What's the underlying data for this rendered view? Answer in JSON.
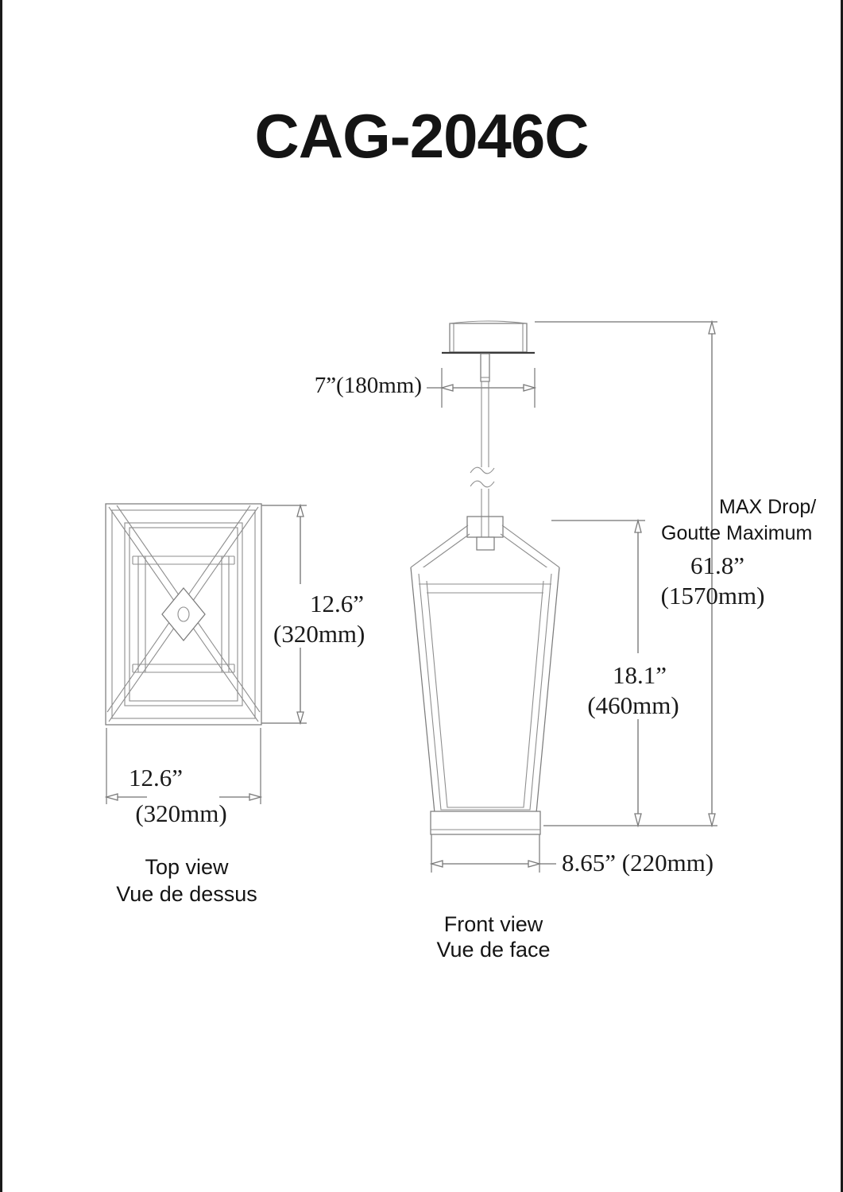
{
  "document": {
    "title": "CAG-2046C",
    "product_type": "pendant lantern technical drawing",
    "background_color": "#ffffff",
    "line_color": "#7c7c7c",
    "text_color": "#1a1a1a"
  },
  "views": {
    "top": {
      "label_en": "Top view",
      "label_fr": "Vue de dessus",
      "dimensions": {
        "height": {
          "imperial": "12.6”",
          "metric": "(320mm)"
        },
        "width": {
          "imperial": "12.6”",
          "metric": "(320mm)"
        }
      }
    },
    "front": {
      "label_en": "Front view",
      "label_fr": "Vue de face",
      "dimensions": {
        "canopy_width": "7”(180mm)",
        "body_height": {
          "imperial": "18.1”",
          "metric": "(460mm)"
        },
        "base_width": "8.65” (220mm)",
        "max_drop": {
          "label_en": "MAX Drop/",
          "label_fr": "Goutte Maximum",
          "imperial": "61.8”",
          "metric": "(1570mm)"
        }
      }
    }
  },
  "annotations": {
    "break_symbol": "rod-break-zigzag"
  }
}
